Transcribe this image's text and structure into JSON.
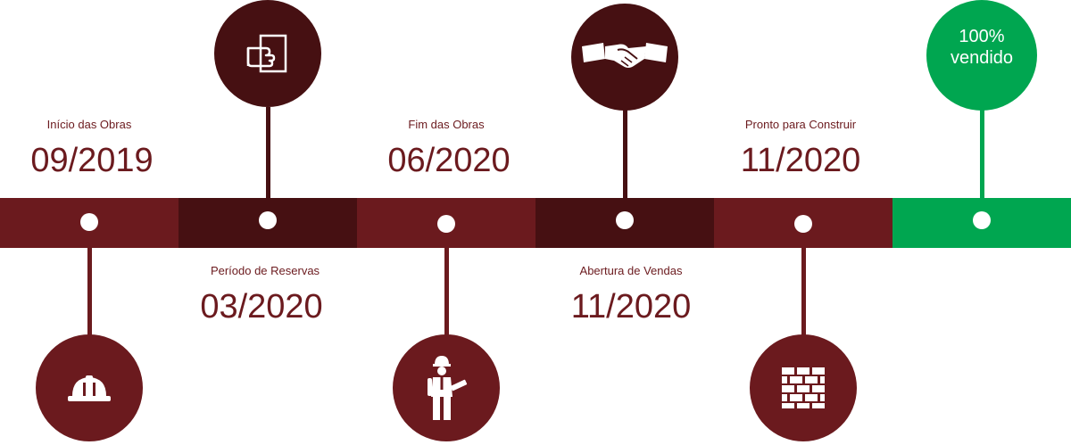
{
  "colors": {
    "maroon": "#6b1a1e",
    "dark_maroon": "#461012",
    "green": "#00a650",
    "white": "#ffffff"
  },
  "milestones": [
    {
      "label": "Início das Obras",
      "date": "09/2019",
      "icon": "hard-hat-icon"
    },
    {
      "label": "Período de Reservas",
      "date": "03/2020",
      "icon": "document-hand-icon"
    },
    {
      "label": "Fim das Obras",
      "date": "06/2020",
      "icon": "construction-worker-icon"
    },
    {
      "label": "Abertura de Vendas",
      "date": "11/2020",
      "icon": "handshake-icon"
    },
    {
      "label": "Pronto para Construir",
      "date": "11/2020",
      "icon": "brick-wall-icon"
    },
    {
      "label": "",
      "date": "",
      "icon": ""
    }
  ],
  "final_badge": {
    "line1": "100%",
    "line2": "vendido"
  }
}
